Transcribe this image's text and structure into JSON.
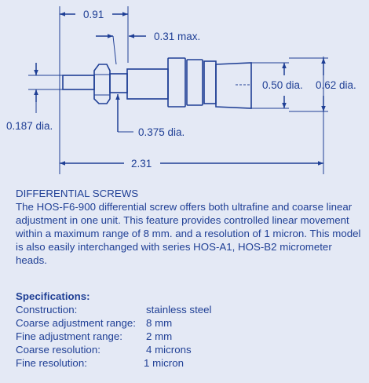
{
  "drawing": {
    "dim_overall_top": "0.91",
    "dim_max": "0.31 max.",
    "dim_body_dia": "0.50 dia.",
    "dim_large_dia": "0.62 dia.",
    "dim_small_dia": "0.187 dia.",
    "dim_mid_dia": "0.375 dia.",
    "dim_overall_length": "2.31",
    "line_color": "#1F3F95",
    "background": "#E4E9F5"
  },
  "description": {
    "title": "DIFFERENTIAL SCREWS",
    "body": "The HOS-F6-900 differential screw offers both ultrafine and coarse linear adjustment in one unit. This feature provides controlled linear movement within a maximum range of 8 mm. and a resolution of 1 micron. This model is also easily interchanged with series HOS-A1, HOS-B2 micrometer heads."
  },
  "specifications": {
    "title": "Specifications:",
    "rows": [
      {
        "label": "Construction:",
        "value": "stainless steel"
      },
      {
        "label": "Coarse adjustment range:",
        "value": "8 mm"
      },
      {
        "label": "Fine adjustment range:",
        "value": "2 mm"
      },
      {
        "label": "Coarse resolution:",
        "value": "4 microns"
      },
      {
        "label": "Fine resolution:",
        "value": "1 micron"
      }
    ]
  }
}
